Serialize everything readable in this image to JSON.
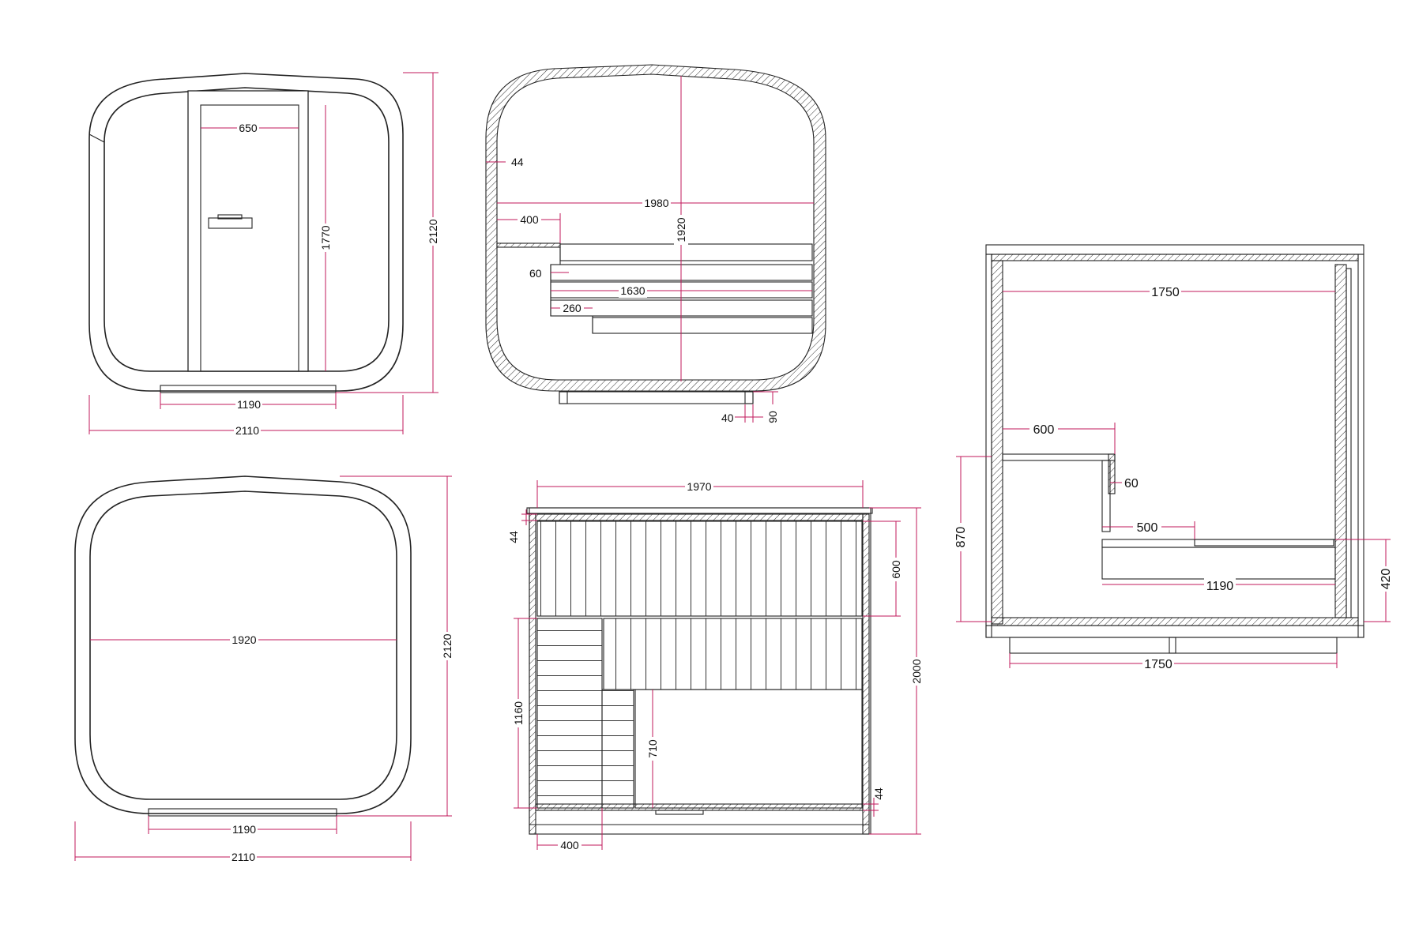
{
  "colors": {
    "line": "#222222",
    "dimension": "#c2185b",
    "background": "#ffffff"
  },
  "views": {
    "front": {
      "door_width": "650",
      "door_height": "1770",
      "height": "2120",
      "base_width": "1190",
      "width": "2110"
    },
    "section": {
      "wall": "44",
      "inner_width": "1980",
      "inner_height": "1920",
      "bench_top": "400",
      "step": "60",
      "bench_depth": "1630",
      "lower_step": "260",
      "skid": "40",
      "skid_height": "90"
    },
    "back": {
      "inner_width": "1920",
      "height": "2120",
      "base_width": "1190",
      "width": "2110"
    },
    "plan": {
      "width": "1970",
      "wall_top": "44",
      "upper_depth": "600",
      "length": "2000",
      "lower_length": "1160",
      "lower_depth": "710",
      "wall_bottom": "44",
      "step_width": "400"
    },
    "side": {
      "inner_width": "1750",
      "bench_depth": "600",
      "step": "60",
      "bench_height": "870",
      "lower_depth": "500",
      "lower_length": "1190",
      "lower_height": "420",
      "base_length": "1750"
    }
  }
}
